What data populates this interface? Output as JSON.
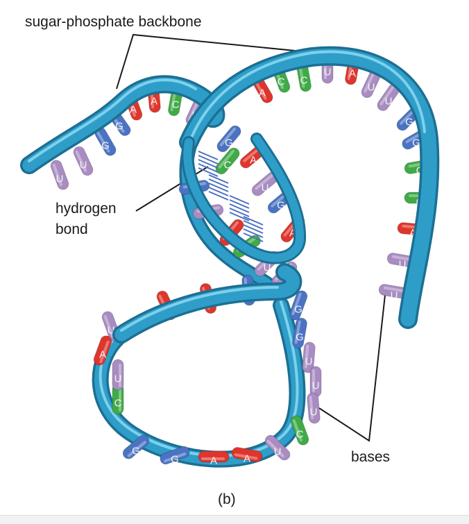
{
  "labels": {
    "backbone": "sugar-phosphate backbone",
    "hydrogen_line1": "hydrogen",
    "hydrogen_line2": "bond",
    "bases": "bases",
    "caption": "(b)"
  },
  "colors": {
    "ribbon_main": "#2e9ec9",
    "ribbon_light": "#6fc6e6",
    "ribbon_dark": "#1d6f93",
    "A": "#e0352c",
    "C": "#3fab47",
    "G": "#4a73c4",
    "U": "#a98cc2",
    "hbond": "#4a6fc0"
  },
  "bases": [
    {
      "letter": "U"
    },
    {
      "letter": "U"
    },
    {
      "letter": "G"
    },
    {
      "letter": "G"
    },
    {
      "letter": "A"
    },
    {
      "letter": "A"
    },
    {
      "letter": "C"
    },
    {
      "letter": "U"
    },
    {
      "letter": "A"
    },
    {
      "letter": "C"
    },
    {
      "letter": "C"
    },
    {
      "letter": "U"
    },
    {
      "letter": "A"
    },
    {
      "letter": "U"
    },
    {
      "letter": "U"
    },
    {
      "letter": "G"
    },
    {
      "letter": "G"
    },
    {
      "letter": "C"
    },
    {
      "letter": "C"
    },
    {
      "letter": "A"
    },
    {
      "letter": "U"
    },
    {
      "letter": "U"
    },
    {
      "letter": "G"
    },
    {
      "letter": "C"
    },
    {
      "letter": "G"
    },
    {
      "letter": "U"
    },
    {
      "letter": "A"
    },
    {
      "letter": "C"
    },
    {
      "letter": "A"
    },
    {
      "letter": "U"
    },
    {
      "letter": "G"
    },
    {
      "letter": "U"
    },
    {
      "letter": "A"
    },
    {
      "letter": "U"
    },
    {
      "letter": "G"
    },
    {
      "letter": "A"
    },
    {
      "letter": "A"
    },
    {
      "letter": "U"
    },
    {
      "letter": "G"
    },
    {
      "letter": "G"
    },
    {
      "letter": "U"
    },
    {
      "letter": "U"
    },
    {
      "letter": "U"
    },
    {
      "letter": "C"
    },
    {
      "letter": "U"
    },
    {
      "letter": "A"
    },
    {
      "letter": "A"
    },
    {
      "letter": "G"
    },
    {
      "letter": "G"
    },
    {
      "letter": "C"
    },
    {
      "letter": "U"
    },
    {
      "letter": "A"
    }
  ]
}
